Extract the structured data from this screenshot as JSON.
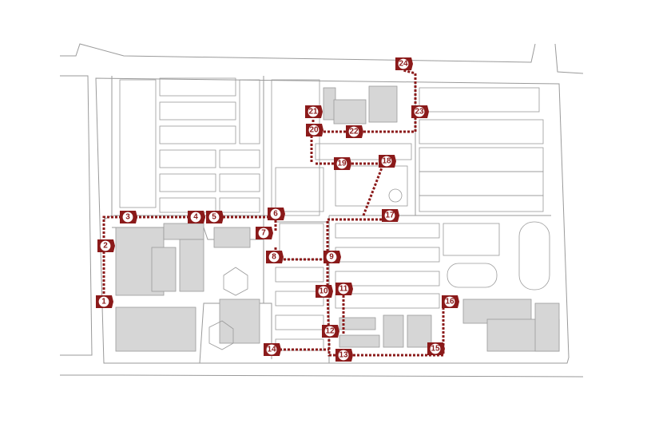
{
  "colors": {
    "route": "#8b1a1a",
    "building": "#d6d6d6",
    "building_stroke": "#9a9a9a",
    "road_line": "#9a9a9a",
    "background": "#ffffff"
  },
  "waypoints": [
    {
      "label": "1"
    },
    {
      "label": "2"
    },
    {
      "label": "3"
    },
    {
      "label": "4"
    },
    {
      "label": "5"
    },
    {
      "label": "6"
    },
    {
      "label": "7"
    },
    {
      "label": "8"
    },
    {
      "label": "9"
    },
    {
      "label": "10"
    },
    {
      "label": "11"
    },
    {
      "label": "12"
    },
    {
      "label": "13"
    },
    {
      "label": "14"
    },
    {
      "label": "15"
    },
    {
      "label": "16"
    },
    {
      "label": "17"
    },
    {
      "label": "18"
    },
    {
      "label": "19"
    },
    {
      "label": "20"
    },
    {
      "label": "21"
    },
    {
      "label": "22"
    },
    {
      "label": "23"
    },
    {
      "label": "24"
    }
  ]
}
